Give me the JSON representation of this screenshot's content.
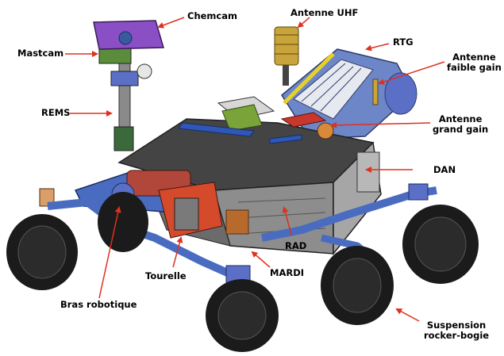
{
  "diagram": {
    "labels": {
      "chemcam": "Chemcam",
      "antenne_uhf": "Antenne UHF",
      "mastcam": "Mastcam",
      "rtg": "RTG",
      "antenne_faible_gain_1": "Antenne",
      "antenne_faible_gain_2": "faible gain",
      "rems": "REMS",
      "antenne_grand_gain_1": "Antenne",
      "antenne_grand_gain_2": "grand gain",
      "dan": "DAN",
      "rad": "RAD",
      "tourelle": "Tourelle",
      "mardi": "MARDI",
      "bras_robotique": "Bras robotique",
      "suspension_1": "Suspension",
      "suspension_2": "rocker-bogie"
    },
    "colors": {
      "leader_line": "#e0301e",
      "chemcam_box": "#8a4fc4",
      "body": "#5a5a5a",
      "arm_blue": "#5b6fc7",
      "wheel": "#1b1b1b",
      "rtg_fins": "#7f93c9",
      "hga_red": "#c8372d",
      "green_box": "#7aa33a",
      "uhf_gold": "#c9a43a"
    }
  }
}
